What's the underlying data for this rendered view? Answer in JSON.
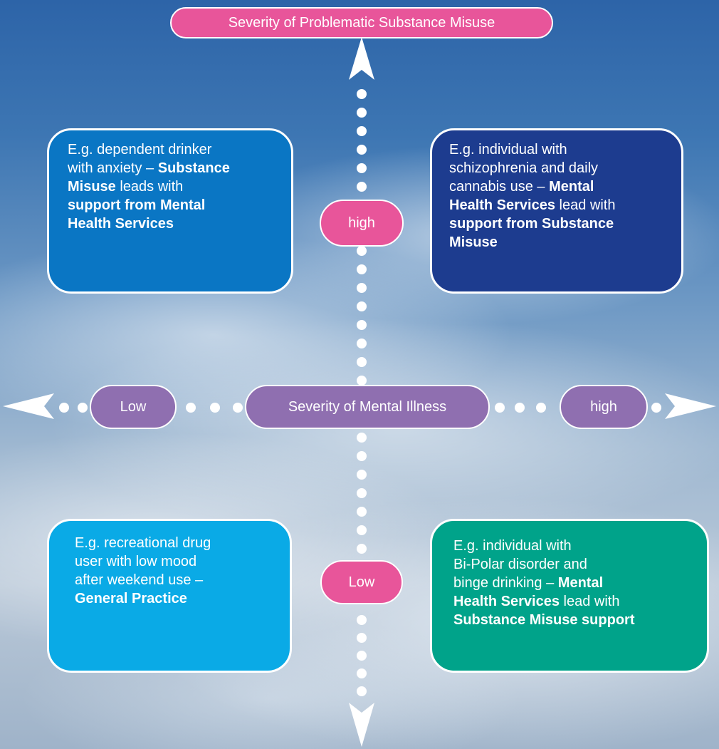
{
  "colors": {
    "pink": "#e8559a",
    "purple": "#8f6fb0",
    "box_top_left": "#0a76c4",
    "box_top_right": "#1d3c8f",
    "box_bottom_left": "#0aaae6",
    "box_bottom_right": "#00a38a"
  },
  "axis_y": {
    "title": "Severity of Problematic Substance Misuse",
    "high_label": "high",
    "low_label": "Low"
  },
  "axis_x": {
    "title": "Severity of Mental Illness",
    "low_label": "Low",
    "high_label": "high"
  },
  "quadrants": {
    "top_left": {
      "line1": "E.g. dependent drinker",
      "line2_plain": "with anxiety – ",
      "line2_bold": "Substance",
      "line3_bold": "Misuse",
      "line3_plain": " leads with",
      "line4_bold": "support from Mental",
      "line5_bold": "Health Services"
    },
    "top_right": {
      "line1": "E.g. individual with",
      "line2": "schizophrenia and daily",
      "line3_plain": "cannabis use – ",
      "line3_bold": "Mental",
      "line4_bold": "Health Services",
      "line4_plain": " lead with",
      "line5_bold": "support from Substance",
      "line6_bold": "Misuse"
    },
    "bottom_left": {
      "line1": "E.g. recreational drug",
      "line2": "user with low mood",
      "line3": "after weekend use –",
      "line4_bold": "General Practice"
    },
    "bottom_right": {
      "line1": "E.g. individual with",
      "line2": "Bi-Polar disorder and",
      "line3_plain": "binge drinking – ",
      "line3_bold": "Mental",
      "line4_bold": "Health Services",
      "line4_plain": " lead with",
      "line5_bold": "Substance Misuse support"
    }
  }
}
